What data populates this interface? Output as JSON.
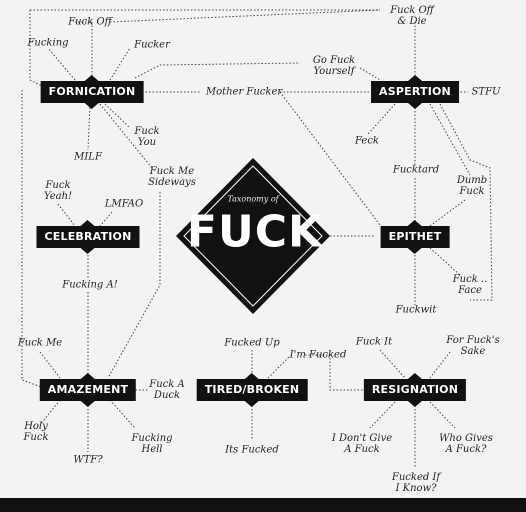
{
  "center": {
    "subtitle": "Taxonomy of",
    "title": "FUCK"
  },
  "categories": {
    "fornication": "FORNICATION",
    "aspertion": "ASPERTION",
    "celebration": "CELEBRATION",
    "epithet": "EPITHET",
    "amazement": "AMAZEMENT",
    "tired": "TIRED/BROKEN",
    "resignation": "RESIGNATION"
  },
  "labels": {
    "fuck_off": "Fuck Off",
    "fuck_off_die": "Fuck Off\n& Die",
    "fucking": "Fucking",
    "fucker": "Fucker",
    "go_fuck_yourself": "Go Fuck\nYourself",
    "mother_fucker": "Mother Fucker",
    "stfu": "STFU",
    "fuck_you": "Fuck\nYou",
    "milf": "MILF",
    "fuck_me_sideways": "Fuck Me\nSideways",
    "feck": "Feck",
    "fucktard": "Fucktard",
    "dumb_fuck": "Dumb\nFuck",
    "fuck_yeah": "Fuck\nYeah!",
    "lmfao": "LMFAO",
    "fucking_a": "Fucking A!",
    "fuck_face": "Fuck ..\nFace",
    "fuckwit": "Fuckwit",
    "fuck_me": "Fuck Me",
    "fucked_up": "Fucked Up",
    "im_fucked": "I'm Fucked",
    "fuck_it": "Fuck It",
    "for_fucks_sake": "For Fuck's\nSake",
    "fuck_a_duck": "Fuck A\nDuck",
    "holy_fuck": "Holy\nFuck",
    "fucking_hell": "Fucking\nHell",
    "wtf": "WTF?",
    "its_fucked": "Its Fucked",
    "i_dont_give": "I Don't Give\nA Fuck",
    "who_gives": "Who Gives\nA Fuck?",
    "fucked_if": "Fucked If\nI Know?"
  }
}
